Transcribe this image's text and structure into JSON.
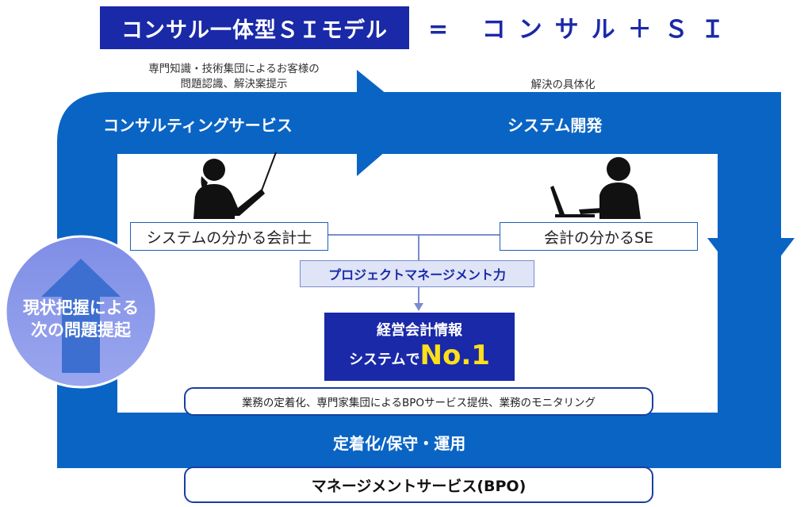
{
  "title": {
    "main": "コンサル一体型ＳＩモデル",
    "equation": "= コンサル＋ＳＩ"
  },
  "notes": {
    "consulting_line1": "専門知識・技術集団によるお客様の",
    "consulting_line2": "問題認識、解決案提示",
    "system_dev": "解決の具体化"
  },
  "bands": {
    "consulting": "コンサルティングサービス",
    "system_dev": "システム開発",
    "maintenance": "定着化/保守・運用"
  },
  "boxes": {
    "accountant": "システムの分かる会計士",
    "se": "会計の分かるSE",
    "pm": "プロジェクトマネージメント力",
    "result_line1": "経営会計情報",
    "result_line2_prefix": "システムで",
    "result_line2_big": "No.1",
    "bpo_detail": "業務の定着化、専門家集団によるBPOサービス提供、業務のモニタリング",
    "bpo_service": "マネージメントサービス(BPO)"
  },
  "circle": {
    "line1": "現状把握による",
    "line2": "次の問題提起"
  },
  "colors": {
    "band_blue": "#0a64c4",
    "navy": "#1a29a8",
    "highlight_yellow": "#ffe01a",
    "pm_fill": "#dfe4f6"
  }
}
